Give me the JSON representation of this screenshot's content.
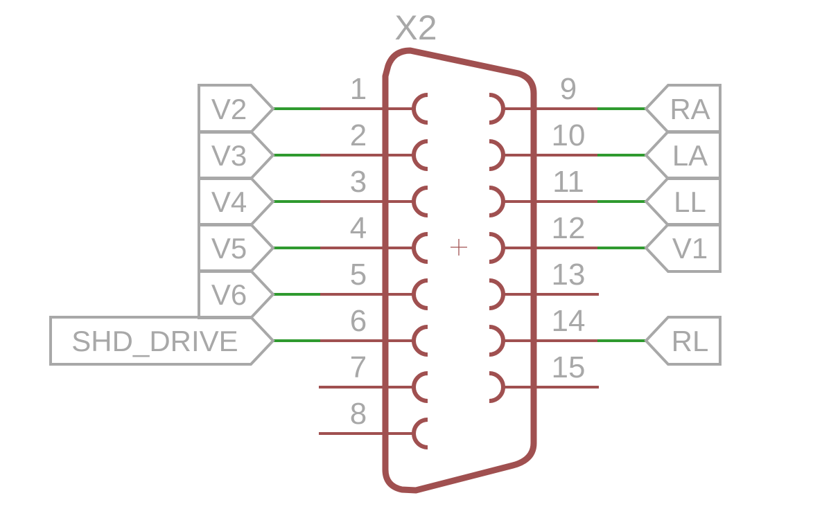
{
  "component": {
    "name": "X2",
    "type": "DB15 connector"
  },
  "colors": {
    "body": "#A05050",
    "wire": "#2F9A2F",
    "label": "#A8A8A8",
    "background": "#FFFFFF"
  },
  "left_pins": [
    {
      "number": "1",
      "net": "V2"
    },
    {
      "number": "2",
      "net": "V3"
    },
    {
      "number": "3",
      "net": "V4"
    },
    {
      "number": "4",
      "net": "V5"
    },
    {
      "number": "5",
      "net": "V6"
    },
    {
      "number": "6",
      "net": "SHD_DRIVE"
    },
    {
      "number": "7",
      "net": ""
    },
    {
      "number": "8",
      "net": ""
    }
  ],
  "right_pins": [
    {
      "number": "9",
      "net": "RA"
    },
    {
      "number": "10",
      "net": "LA"
    },
    {
      "number": "11",
      "net": "LL"
    },
    {
      "number": "12",
      "net": "V1"
    },
    {
      "number": "13",
      "net": ""
    },
    {
      "number": "14",
      "net": "RL"
    },
    {
      "number": "15",
      "net": ""
    }
  ]
}
